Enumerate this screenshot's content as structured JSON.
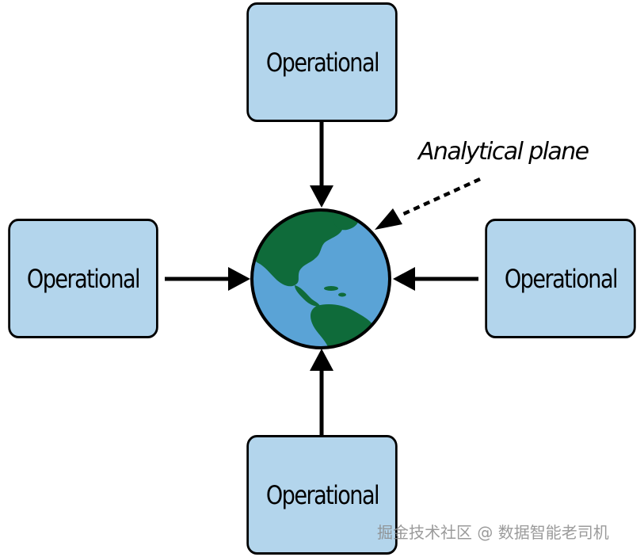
{
  "diagram": {
    "nodes": {
      "top": {
        "label": "Operational"
      },
      "left": {
        "label": "Operational"
      },
      "right": {
        "label": "Operational"
      },
      "bottom": {
        "label": "Operational"
      }
    },
    "center": {
      "label": "Analytical plane",
      "icon": "globe-icon"
    },
    "colors": {
      "box_fill": "#b3d5ec",
      "ocean": "#5aa3d6",
      "land": "#0f6b3a",
      "stroke": "#000000"
    }
  },
  "watermark": "掘金技术社区 @ 数据智能老司机"
}
